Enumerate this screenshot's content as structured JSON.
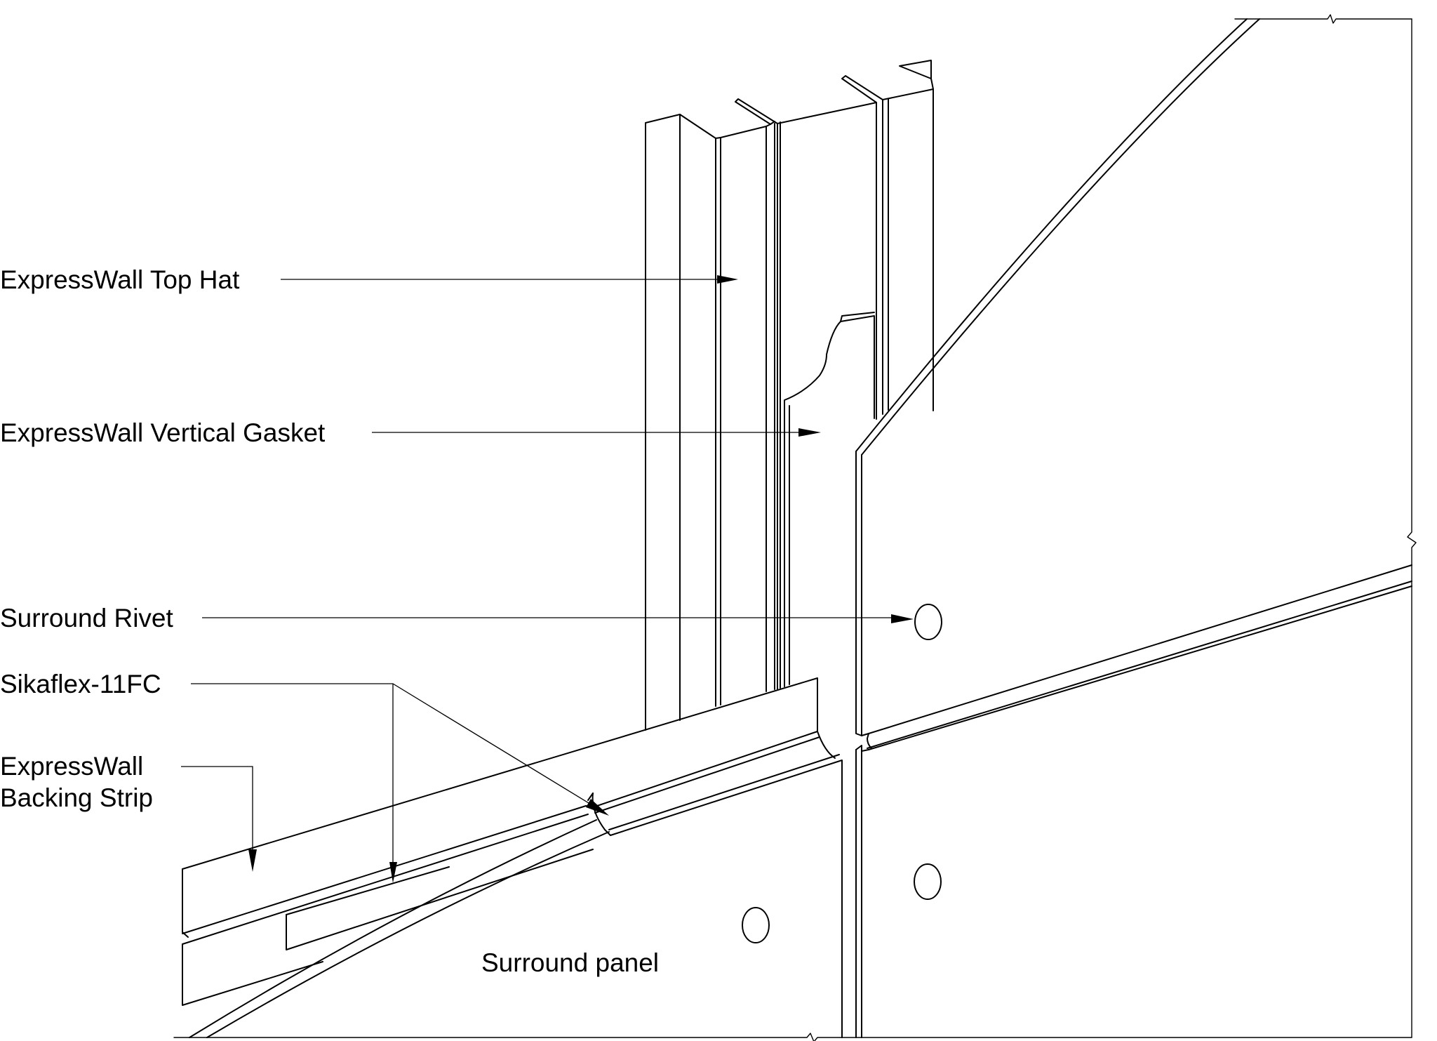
{
  "diagram": {
    "labels": {
      "top_hat": "ExpressWall Top Hat",
      "vertical_gasket": "ExpressWall Vertical Gasket",
      "surround_rivet": "Surround Rivet",
      "sikaflex": "Sikaflex-11FC",
      "backing_strip_line1": "ExpressWall",
      "backing_strip_line2": "Backing Strip",
      "surround_panel": "Surround panel"
    },
    "colors": {
      "line": "#000000",
      "background": "#ffffff"
    }
  }
}
